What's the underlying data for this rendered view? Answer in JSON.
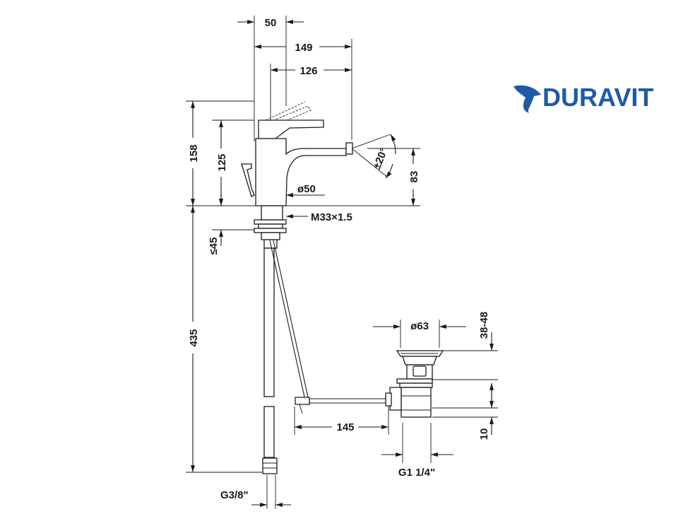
{
  "brand": {
    "name": "DURAVIT",
    "color": "#1f5aa6"
  },
  "dimensions": {
    "d50": "50",
    "d149": "149",
    "d126": "126",
    "d158": "158",
    "d125": "125",
    "d83": "83",
    "angle": "±20°",
    "dia50": "ø50",
    "thread": "M33×1.5",
    "le45": "≤45",
    "d435": "435",
    "dia63": "ø63",
    "d3848": "38-48",
    "d145": "145",
    "d10": "10",
    "g114": "G1 1/4\"",
    "g38": "G3/8\""
  },
  "colors": {
    "line": "#1a1a1a",
    "background": "#ffffff"
  }
}
